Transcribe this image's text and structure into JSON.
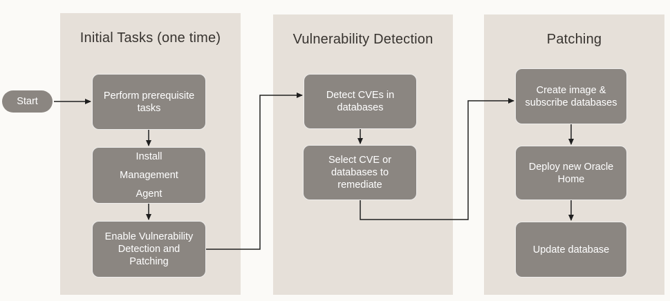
{
  "diagram": {
    "start_label": "Start",
    "colors": {
      "background": "#fbfaf7",
      "panel": "#e6e0d9",
      "box": "#8b8681",
      "box_text": "#ffffff",
      "title_text": "#37332f",
      "connector": "#1f1f1f"
    },
    "panels": [
      {
        "title": "Initial Tasks (one time)",
        "boxes": [
          {
            "text": "Perform prerequisite\ntasks"
          },
          {
            "text": "Install\nManagement\nAgent"
          },
          {
            "text": "Enable Vulnerability\nDetection and\nPatching"
          }
        ]
      },
      {
        "title": "Vulnerability Detection",
        "boxes": [
          {
            "text": "Detect CVEs in\ndatabases"
          },
          {
            "text": "Select CVE or\ndatabases to\nremediate"
          }
        ]
      },
      {
        "title": "Patching",
        "boxes": [
          {
            "text": "Create image  &\nsubscribe databases"
          },
          {
            "text": "Deploy new Oracle\nHome"
          },
          {
            "text": "Update database"
          }
        ]
      }
    ]
  }
}
